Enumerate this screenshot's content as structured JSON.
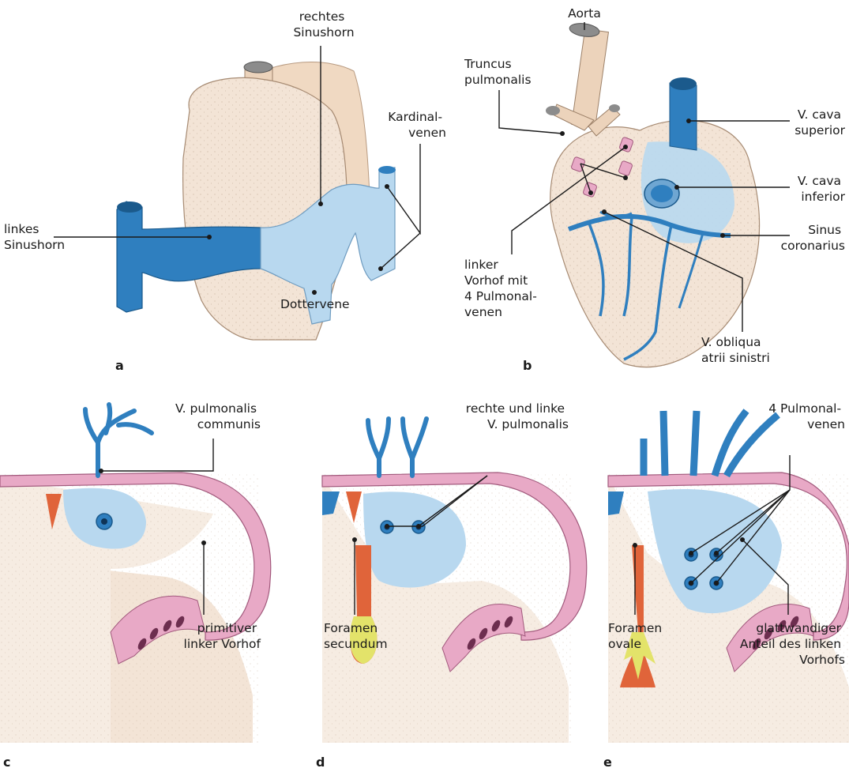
{
  "panels": {
    "a": "a",
    "b": "b",
    "c": "c",
    "d": "d",
    "e": "e"
  },
  "labels": {
    "rechtes_sinushorn": [
      "rechtes",
      "Sinushorn"
    ],
    "kardinalvenen": [
      "Kardinal-",
      "venen"
    ],
    "linkes_sinushorn": [
      "linkes",
      "Sinushorn"
    ],
    "dottervene": [
      "Dottervene"
    ],
    "aorta": [
      "Aorta"
    ],
    "truncus_pulmonalis": [
      "Truncus",
      "pulmonalis"
    ],
    "v_cava_superior": [
      "V. cava",
      "superior"
    ],
    "v_cava_inferior": [
      "V. cava",
      "inferior"
    ],
    "sinus_coronarius": [
      "Sinus",
      "coronarius"
    ],
    "linker_vorhof": [
      "linker",
      "Vorhof mit",
      "4 Pulmonal-",
      "venen"
    ],
    "v_obliqua": [
      "V. obliqua",
      "atrii sinistri"
    ],
    "v_pulmonalis_communis": [
      "V. pulmonalis",
      "communis"
    ],
    "primitiver_linker_vorhof": [
      "primitiver",
      "linker Vorhof"
    ],
    "rechte_linke_v_pulmonalis": [
      "rechte und linke",
      "V. pulmonalis"
    ],
    "foramen_secundum": [
      "Foramen",
      "secundum"
    ],
    "vier_pulmonalvenen": [
      "4 Pulmonal-",
      "venen"
    ],
    "foramen_ovale": [
      "Foramen",
      "ovale"
    ],
    "glattwandiger_anteil": [
      "glattwandiger",
      "Anteil des linken",
      "Vorhofs"
    ]
  },
  "colors": {
    "tissue": "#f3e4d6",
    "vein_dark": "#2f7fbf",
    "vein_light": "#b8d8ef",
    "pink_wall": "#e8a9c6",
    "septum_red": "#e0643a",
    "foramen_yellow": "#e3e36a"
  }
}
